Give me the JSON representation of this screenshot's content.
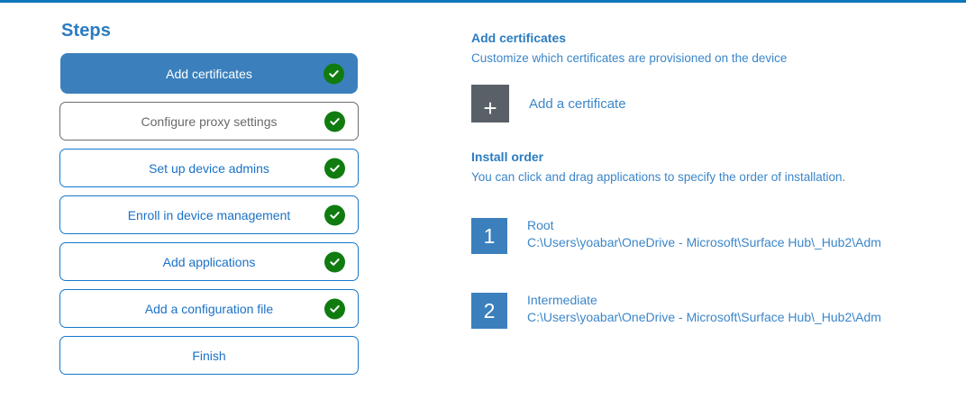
{
  "theme": {
    "accent": "#0c76bc",
    "active_step_bg": "#3b80bd",
    "link_blue": "#3b86c9",
    "heading_blue": "#2b7cc0",
    "check_green": "#107c10",
    "tile_gray": "#5a6067",
    "muted_gray": "#6a6a6a"
  },
  "steps_panel": {
    "title": "Steps",
    "items": [
      {
        "label": "Add certificates",
        "state": "active",
        "complete": true
      },
      {
        "label": "Configure proxy settings",
        "state": "muted",
        "complete": true
      },
      {
        "label": "Set up device admins",
        "state": "default",
        "complete": true
      },
      {
        "label": "Enroll in device management",
        "state": "default",
        "complete": true
      },
      {
        "label": "Add applications",
        "state": "default",
        "complete": true
      },
      {
        "label": "Add a configuration file",
        "state": "default",
        "complete": true
      },
      {
        "label": "Finish",
        "state": "default",
        "complete": false
      }
    ]
  },
  "detail": {
    "heading": "Add certificates",
    "subheading": "Customize which certificates are provisioned on the device",
    "add_certificate": {
      "icon": "plus-icon",
      "glyph": "+",
      "label": "Add a certificate"
    },
    "install_order": {
      "heading": "Install order",
      "subheading": "You can click and drag applications to specify the order of installation.",
      "items": [
        {
          "number": "1",
          "name": "Root",
          "path": "C:\\Users\\yoabar\\OneDrive - Microsoft\\Surface Hub\\_Hub2\\Adm"
        },
        {
          "number": "2",
          "name": "Intermediate",
          "path": "C:\\Users\\yoabar\\OneDrive - Microsoft\\Surface Hub\\_Hub2\\Adm"
        }
      ]
    }
  }
}
